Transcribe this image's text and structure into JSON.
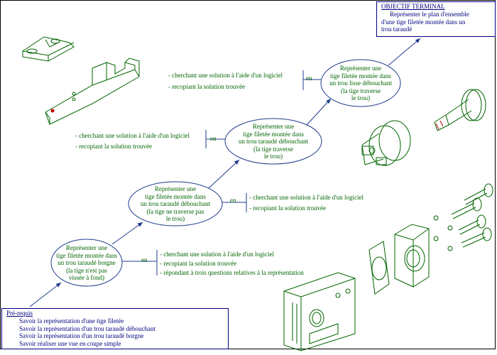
{
  "objective": {
    "title": "OBJECTIF TERMINAL",
    "lines": [
      "Représenter le plan d'ensemble",
      "d'une tige filetée montée dans un",
      "trou taraudé"
    ]
  },
  "prereq": {
    "title": "Pré-requis",
    "items": [
      "Savoir la représentation d'une tige filetée",
      "Savoir la représentation d'un trou taraudé débouchant",
      "Savoir la représentation d'un trou taraudé borgne",
      "Savoir réaliser une vue en coupe simple"
    ]
  },
  "en_label": "en",
  "steps": [
    {
      "lines": [
        "Représenter une",
        "tige filetée montée dans",
        "un trou taraudé borgne",
        "(la tige n'est pas",
        "vissée à fond)"
      ],
      "methods": [
        "- cherchant une solution à l'aide d'un logiciel",
        "- recopiant la solution trouvée",
        "- répondant à trois questions relatives à la représentation"
      ]
    },
    {
      "lines": [
        "Représenter une",
        "tige filetée montée dans",
        "un trou taraudé débouchant",
        "(la tige ne traverse pas",
        "le trou)"
      ],
      "methods": [
        "- cherchant une solution à l'aide d'un logiciel",
        "- recopiant la solution trouvée"
      ]
    },
    {
      "lines": [
        "Représenter une",
        "tige filetée montée dans",
        "un trou taraudé débouchant",
        "(la tige traverse",
        "le trou)"
      ],
      "methods": [
        "- cherchant une solution à l'aide d'un logiciel",
        "- recopiant la solution trouvée"
      ]
    },
    {
      "lines": [
        "Représenter une",
        "tige filetée montée dans",
        "un trou lisse débouchant",
        "(la tige traverse",
        "le trou)"
      ],
      "methods": [
        "- cherchant une solution à l'aide d'un logiciel",
        "- recopiant la solution trouvée"
      ]
    }
  ],
  "colors": {
    "text": "#006400",
    "lines": "#1e3c8c",
    "box": "#000080",
    "drawing": "#006400"
  }
}
